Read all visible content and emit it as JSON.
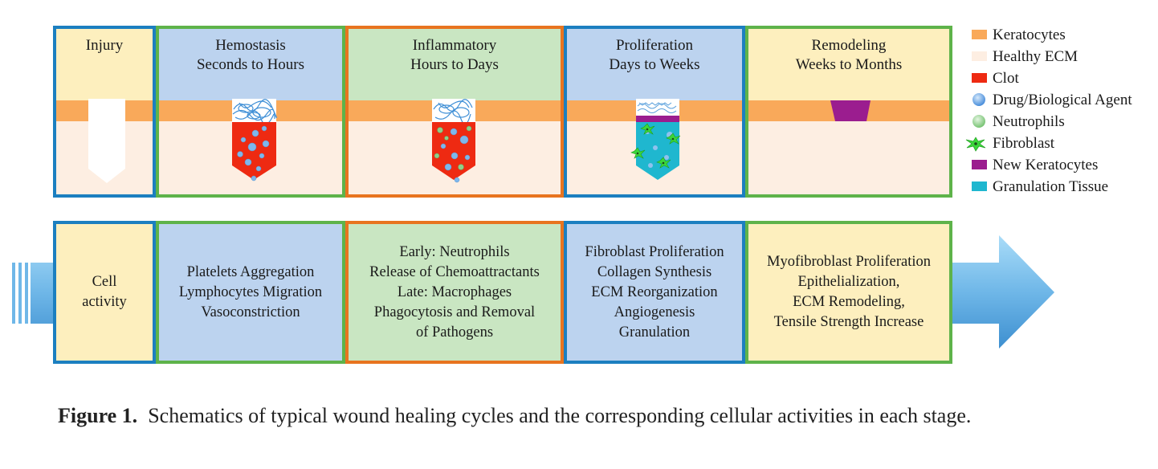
{
  "stages": [
    {
      "line1": "Injury",
      "line2": ""
    },
    {
      "line1": "Hemostasis",
      "line2": "Seconds to Hours"
    },
    {
      "line1": "Inflammatory",
      "line2": "Hours to Days"
    },
    {
      "line1": "Proliferation",
      "line2": "Days to Weeks"
    },
    {
      "line1": "Remodeling",
      "line2": "Weeks to Months"
    }
  ],
  "activities": [
    {
      "lines": [
        "Cell",
        "activity"
      ]
    },
    {
      "lines": [
        "Platelets Aggregation",
        "Lymphocytes Migration",
        "Vasoconstriction"
      ]
    },
    {
      "lines": [
        "Early: Neutrophils",
        "Release of Chemoattractants",
        "Late: Macrophages",
        "Phagocytosis and Removal",
        "of Pathogens"
      ]
    },
    {
      "lines": [
        "Fibroblast Proliferation",
        "Collagen Synthesis",
        "ECM Reorganization",
        "Angiogenesis",
        "Granulation"
      ]
    },
    {
      "lines": [
        "Myofibroblast Proliferation",
        "Epithelialization,",
        "ECM Remodeling,",
        "Tensile Strength Increase"
      ]
    }
  ],
  "legend": [
    {
      "label": "Keratocytes",
      "icon": "orange-rect",
      "color": "#f9a95a"
    },
    {
      "label": "Healthy ECM",
      "icon": "peach-rect",
      "color": "#fdeee2"
    },
    {
      "label": "Clot",
      "icon": "red-rect",
      "color": "#ee2a12"
    },
    {
      "label": "Drug/Biological Agent",
      "icon": "blue-dot",
      "color": "#5b9be0"
    },
    {
      "label": "Neutrophils",
      "icon": "green-dot",
      "color": "#8fcf8a"
    },
    {
      "label": "Fibroblast",
      "icon": "fibroblast-star",
      "color": "#3bd63b"
    },
    {
      "label": "New Keratocytes",
      "icon": "purple-rect",
      "color": "#9b1d8f"
    },
    {
      "label": "Granulation Tissue",
      "icon": "cyan-rect",
      "color": "#1fb7cf"
    }
  ],
  "caption": {
    "label": "Figure 1.",
    "text": "Schematics of typical wound healing cycles and the corresponding cellular activities in each stage."
  },
  "colors": {
    "border_blue": "#1c7fc0",
    "border_green": "#5eb34a",
    "border_orange": "#e8741f",
    "header_yellow": "#fdefbe",
    "header_blue": "#bcd3ef",
    "header_green": "#c9e6c2",
    "arrow_blue": "#6fb7e8"
  }
}
